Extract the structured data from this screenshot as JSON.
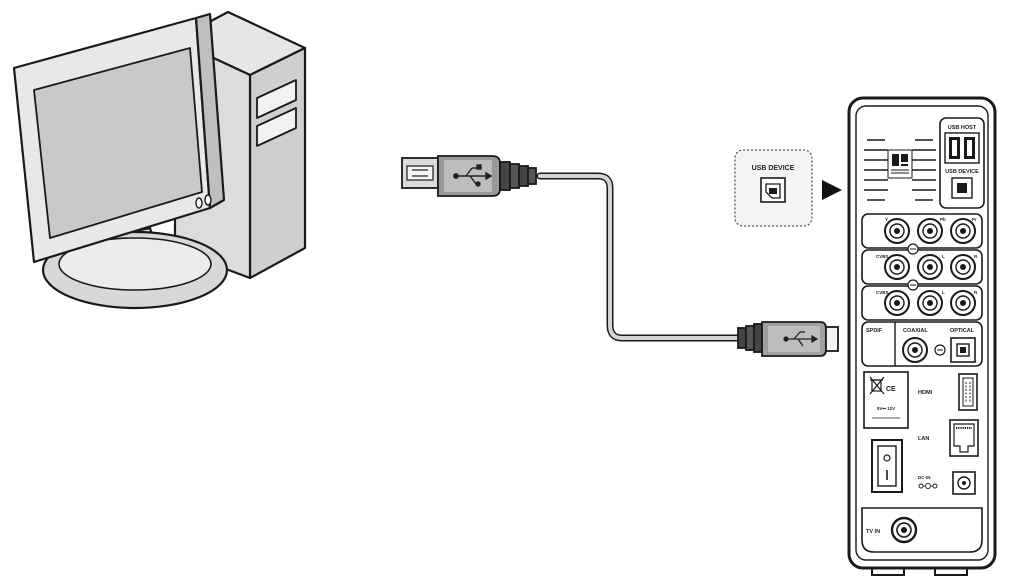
{
  "colors": {
    "line": "#1a1a1a",
    "screen_gray": "#c9c9c9",
    "case_gray": "#d6d6d6",
    "plug_dark": "#444444",
    "plug_light": "#bdbdbd",
    "cable": "#cfcfcf"
  },
  "callout": {
    "label": "USB DEVICE",
    "arrow": "right-triangle-icon"
  },
  "device": {
    "usb_host": "USB HOST",
    "usb_device": "USB DEVICE",
    "component_labels": [
      "Y",
      "Pb",
      "Pr"
    ],
    "av_out_labels": [
      "CVBS",
      "L",
      "R"
    ],
    "av_in_labels": [
      "CVBS",
      "L",
      "R"
    ],
    "spdif": "SPDIF",
    "coaxial": "COAXIAL",
    "optical": "OPTICAL",
    "hdmi": "HDMI",
    "lan": "LAN",
    "power_rating": "5V⎓ 12V",
    "dc_in": "DC-IN",
    "tv_in": "TV IN",
    "ce_mark": "CE"
  }
}
